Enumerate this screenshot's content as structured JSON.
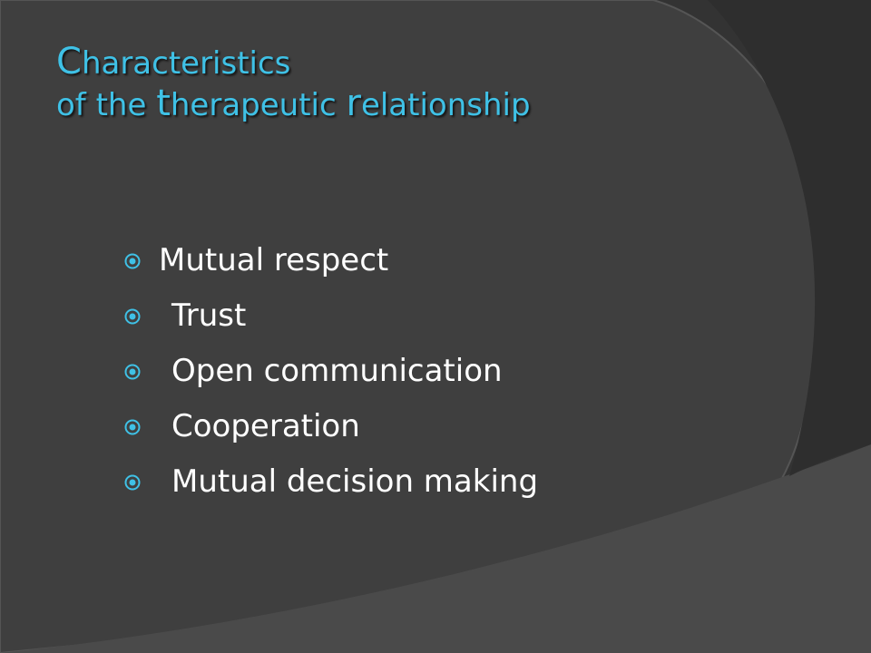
{
  "slide": {
    "title": {
      "line1": {
        "cap": "C",
        "rest": "haracteristics"
      },
      "line2": {
        "part1": "of the ",
        "cap2": "t",
        "part2": "herapeutic ",
        "cap3": "r",
        "part3": "elationship"
      }
    },
    "bullets": [
      "Mutual respect",
      " Trust",
      " Open communication",
      " Cooperation",
      " Mutual decision making"
    ]
  },
  "colors": {
    "background": "#333333",
    "title": "#3fc1e6",
    "bullet_text": "#ffffff",
    "bullet_icon": "#3fc1e6"
  }
}
